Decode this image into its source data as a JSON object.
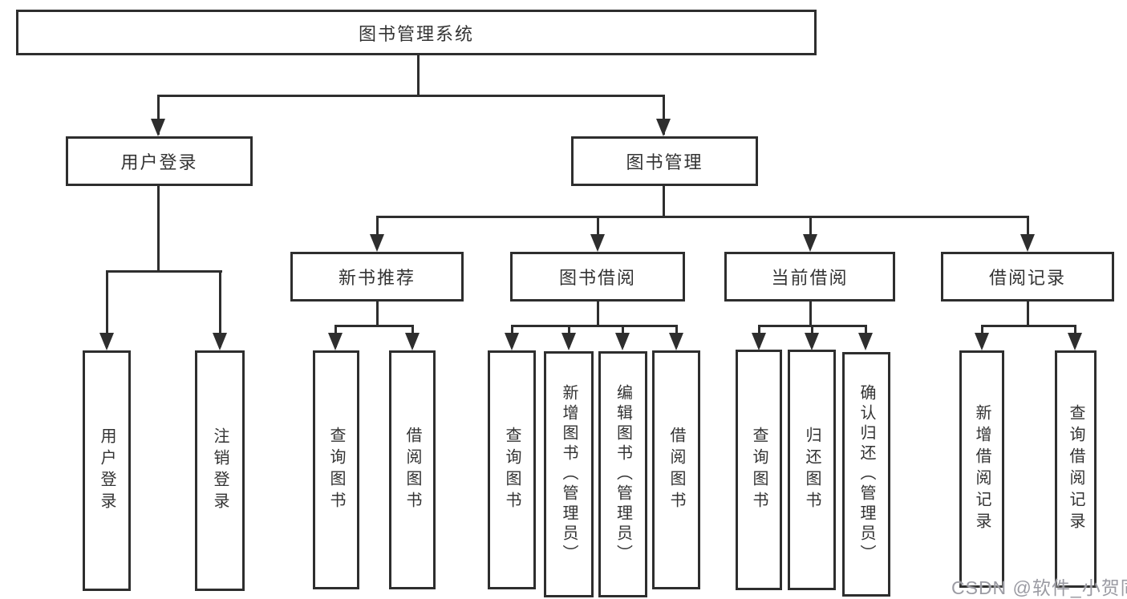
{
  "colors": {
    "line": "#2e2e2e",
    "text": "#333333",
    "background": "#ffffff",
    "watermark": "#9b9ba3"
  },
  "nodes": {
    "root": {
      "label": "图书管理系统"
    },
    "level2": [
      {
        "id": "user-login",
        "label": "用户登录"
      },
      {
        "id": "book-management",
        "label": "图书管理"
      }
    ],
    "level3": [
      {
        "id": "new-book-recommend",
        "label": "新书推荐",
        "parent": "图书管理"
      },
      {
        "id": "book-borrow",
        "label": "图书借阅",
        "parent": "图书管理"
      },
      {
        "id": "current-borrow",
        "label": "当前借阅",
        "parent": "图书管理"
      },
      {
        "id": "borrow-records",
        "label": "借阅记录",
        "parent": "图书管理"
      }
    ],
    "leaves": [
      {
        "label": "用户登录",
        "parent": "用户登录"
      },
      {
        "label": "注销登录",
        "parent": "用户登录"
      },
      {
        "label": "查询图书",
        "parent": "新书推荐"
      },
      {
        "label": "借阅图书",
        "parent": "新书推荐"
      },
      {
        "label": "查询图书",
        "parent": "图书借阅"
      },
      {
        "label": "新增图书（管理员）",
        "parent": "图书借阅"
      },
      {
        "label": "编辑图书（管理员）",
        "parent": "图书借阅"
      },
      {
        "label": "借阅图书",
        "parent": "图书借阅"
      },
      {
        "label": "查询图书",
        "parent": "当前借阅"
      },
      {
        "label": "归还图书",
        "parent": "当前借阅"
      },
      {
        "label": "确认归还（管理员）",
        "parent": "当前借阅"
      },
      {
        "label": "新增借阅记录",
        "parent": "借阅记录"
      },
      {
        "label": "查询借阅记录",
        "parent": "借阅记录"
      }
    ]
  },
  "watermark": {
    "text": "CSDN @软件_小贺同学"
  }
}
